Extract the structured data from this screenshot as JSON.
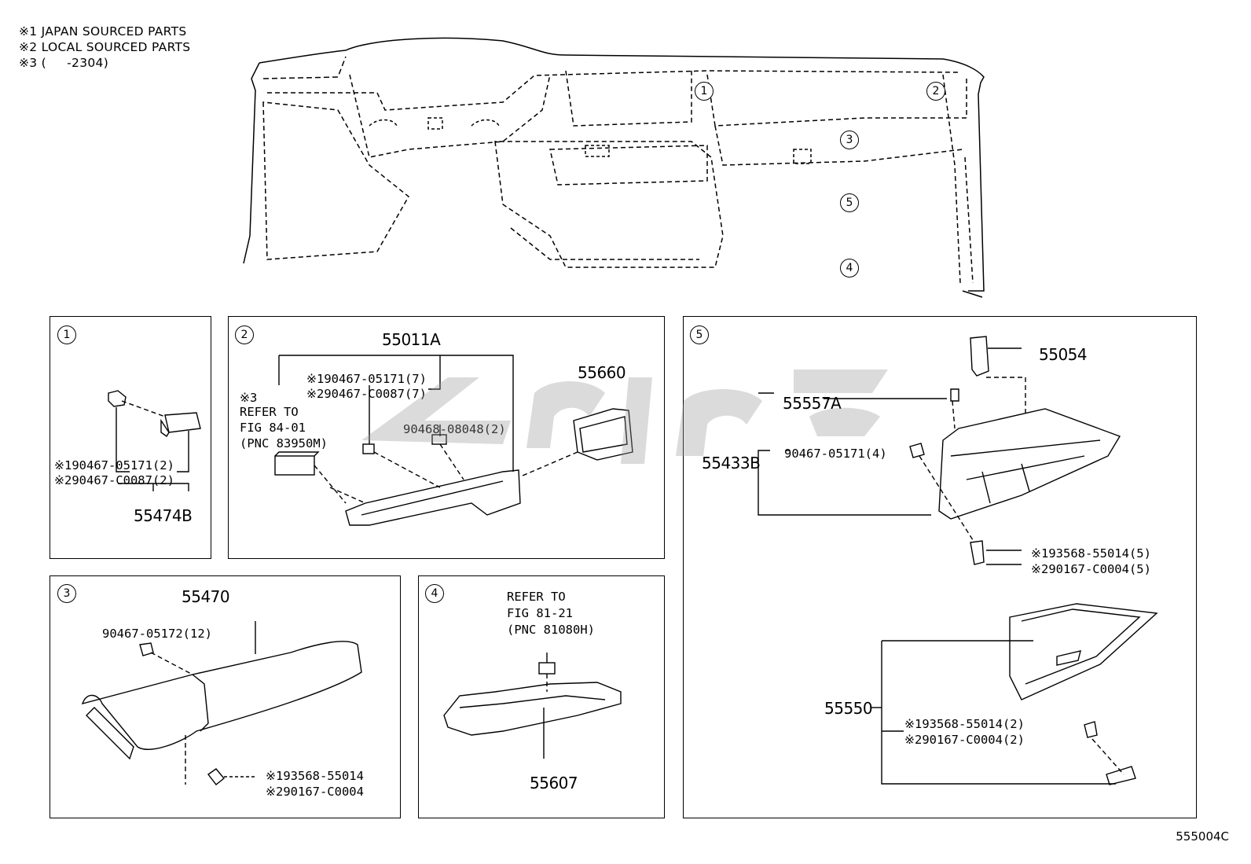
{
  "legend": [
    "※1 JAPAN SOURCED PARTS",
    "※2 LOCAL SOURCED PARTS",
    "※3 (     -2304)"
  ],
  "overview_callouts": [
    "1",
    "2",
    "3",
    "5",
    "4"
  ],
  "panel1": {
    "num": "1",
    "fastener1": "※190467-05171(2)",
    "fastener2": "※290467-C0087(2)",
    "part": "55474B"
  },
  "panel2": {
    "num": "2",
    "assembly": "55011A",
    "fastener1": "※190467-05171(7)",
    "fastener2": "※290467-C0087(7)",
    "note_mark": "※3",
    "refer1": "REFER TO",
    "refer2": "FIG 84-01",
    "refer3": "(PNC 83950M)",
    "clip": "90468-08048(2)",
    "part": "55660"
  },
  "panel3": {
    "num": "3",
    "part": "55470",
    "clip": "90467-05172(12)",
    "screw1": "※193568-55014",
    "screw2": "※290167-C0004"
  },
  "panel4": {
    "num": "4",
    "refer1": "REFER TO",
    "refer2": "FIG 81-21",
    "refer3": "(PNC 81080H)",
    "part": "55607"
  },
  "panel5": {
    "num": "5",
    "damper": "55054",
    "stopper": "55557A",
    "assembly": "55433B",
    "clip": "90467-05171(4)",
    "screw1": "※193568-55014(5)",
    "screw2": "※290167-C0004(5)",
    "door": "55550",
    "door_screw1": "※193568-55014(2)",
    "door_screw2": "※290167-C0004(2)"
  },
  "diagram_code": "555004C"
}
